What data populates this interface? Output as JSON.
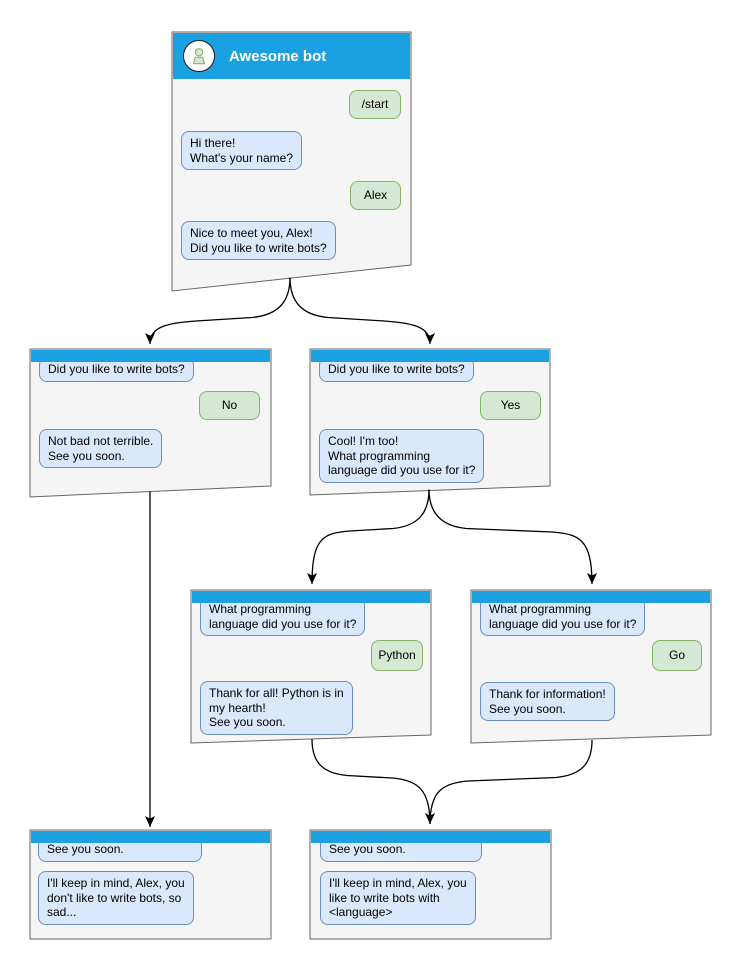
{
  "colors": {
    "header_blue": "#1BA1E2",
    "window_bg": "#F5F5F5",
    "window_border": "#666666",
    "bot_bubble_bg": "#DAE8FC",
    "bot_bubble_border": "#6C8EBF",
    "user_bubble_bg": "#D5E8D4",
    "user_bubble_border": "#82B366"
  },
  "icons": {
    "header_avatar": "person-icon"
  },
  "main_window": {
    "title": "Awesome bot",
    "messages": {
      "start": "/start",
      "greeting": "Hi there!\nWhat's your name?",
      "name_reply": "Alex",
      "question": "Nice to meet you, Alex!\nDid you like to write bots?"
    }
  },
  "branch_no": {
    "question": "Did you like to write bots?",
    "answer": "No",
    "reply": "Not bad not terrible.\nSee you soon."
  },
  "branch_yes": {
    "question": "Did you like to write bots?",
    "answer": "Yes",
    "reply": "Cool! I'm too!\nWhat programming\nlanguage did you use for it?"
  },
  "branch_python": {
    "question": "What programming\nlanguage did you use for it?",
    "answer": "Python",
    "reply": "Thank for all! Python is in\nmy hearth!\nSee you soon."
  },
  "branch_go": {
    "question": "What programming\nlanguage did you use for it?",
    "answer": "Go",
    "reply": "Thank for information!\nSee you soon."
  },
  "end_no": {
    "question": "See you soon.",
    "reply": "I'll keep in mind, Alex, you\ndon't like to write bots, so\nsad..."
  },
  "end_yes": {
    "question": "See you soon.",
    "reply": "I'll keep in mind, Alex, you\nlike to write bots with\n<language>"
  }
}
